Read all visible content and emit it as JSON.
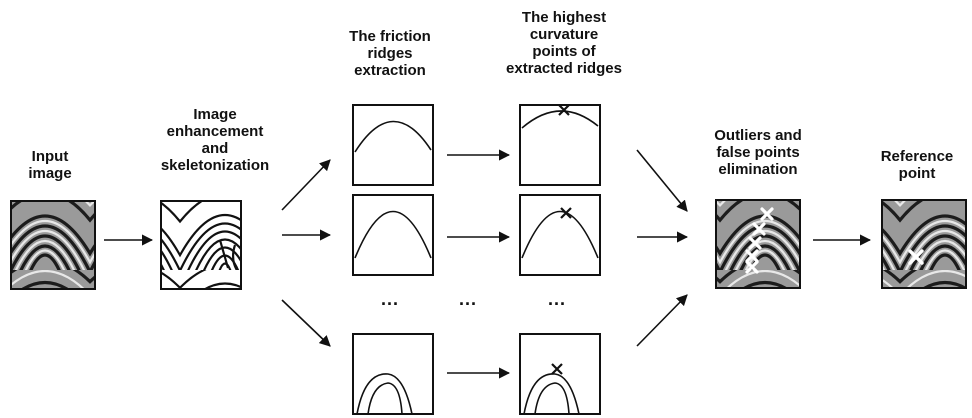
{
  "diagram": {
    "stages": {
      "input": "Input\nimage",
      "enhance": "Image\nenhancement\nand\nskeletonization",
      "ridges": "The friction\nridges\nextraction",
      "curvature": "The highest\ncurvature\npoints of\nextracted ridges",
      "outliers": "Outliers and\nfalse points\nelimination",
      "reference": "Reference\npoint"
    },
    "ellipsis": "...",
    "marker_glyph": "×",
    "colors": {
      "ink": "#111111",
      "print_dark": "#1a1a1a",
      "print_light": "#cfcfcf",
      "marker": "#ffffff"
    }
  }
}
